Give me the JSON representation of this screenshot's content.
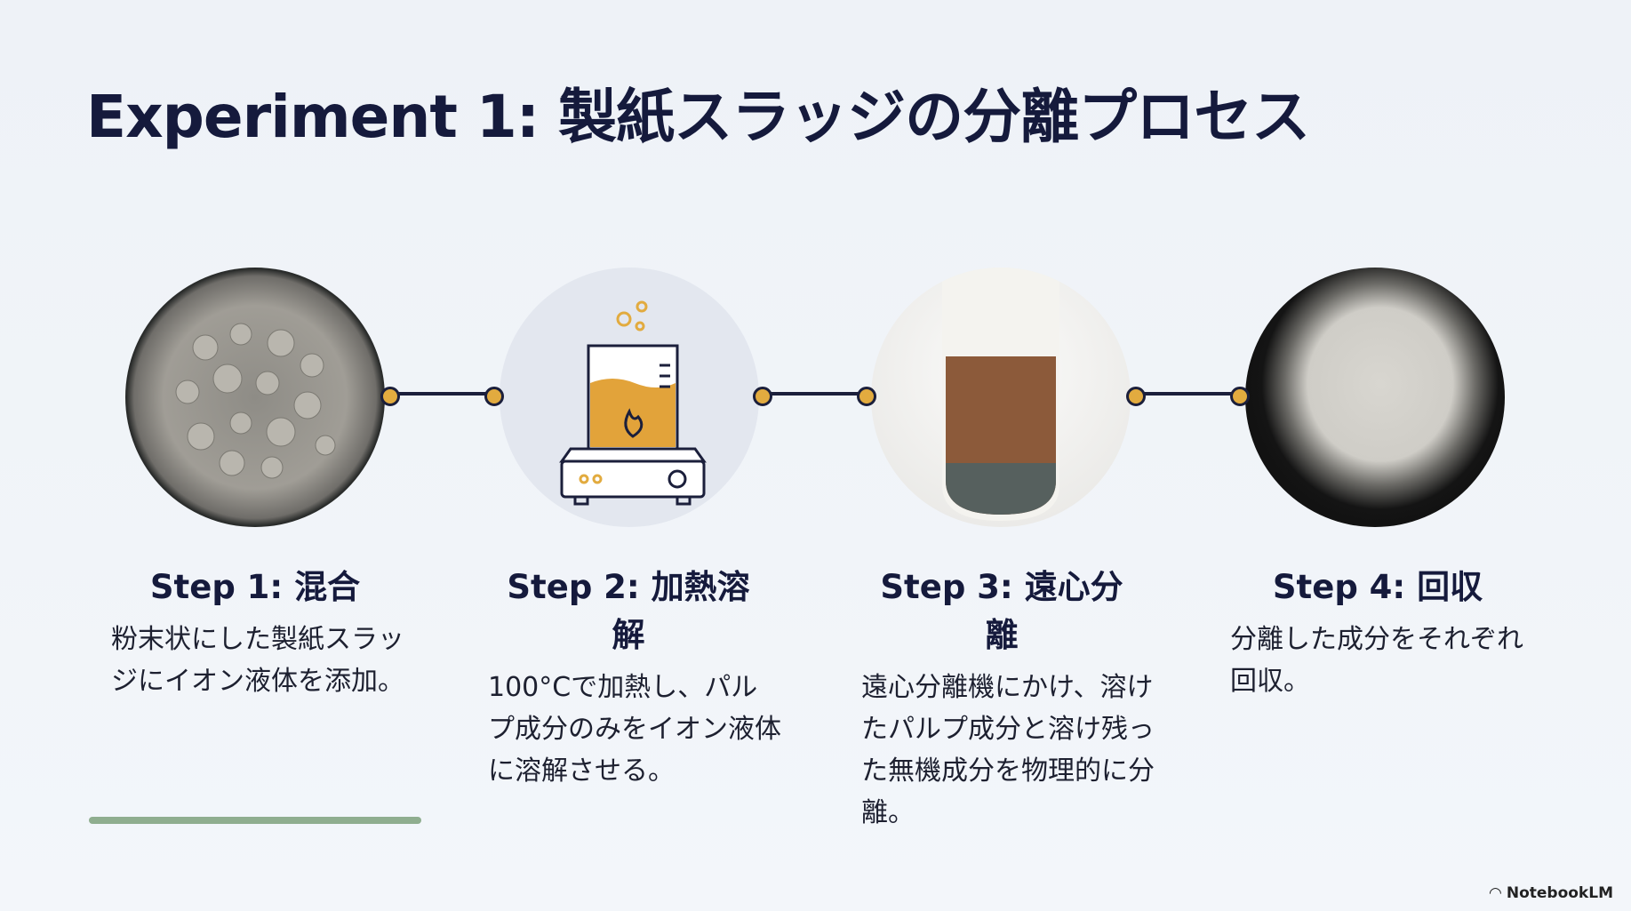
{
  "title": "Experiment 1: 製紙スラッジの分離プロセス",
  "steps": [
    {
      "title": "Step 1: 混合",
      "text": "粉末状にした製紙スラッジにイオン液体を添加。",
      "image": "petri-dish-sludge"
    },
    {
      "title": "Step 2: 加熱溶解",
      "text": "100°Cで加熱し、パルプ成分のみをイオン液体に溶解させる。",
      "image": "beaker-hotplate-icon"
    },
    {
      "title": "Step 3: 遠心分離",
      "text": "遠心分離機にかけ、溶けたパルプ成分と溶け残った無機成分を物理的に分離。",
      "image": "centrifuge-tube"
    },
    {
      "title": "Step 4: 回収",
      "text": "分離した成分をそれぞれ回収。",
      "image": "white-powder"
    }
  ],
  "brand": "NotebookLM",
  "colors": {
    "title": "#151a3c",
    "accent": "#e2ab3f",
    "bar": "#8fae8f"
  }
}
